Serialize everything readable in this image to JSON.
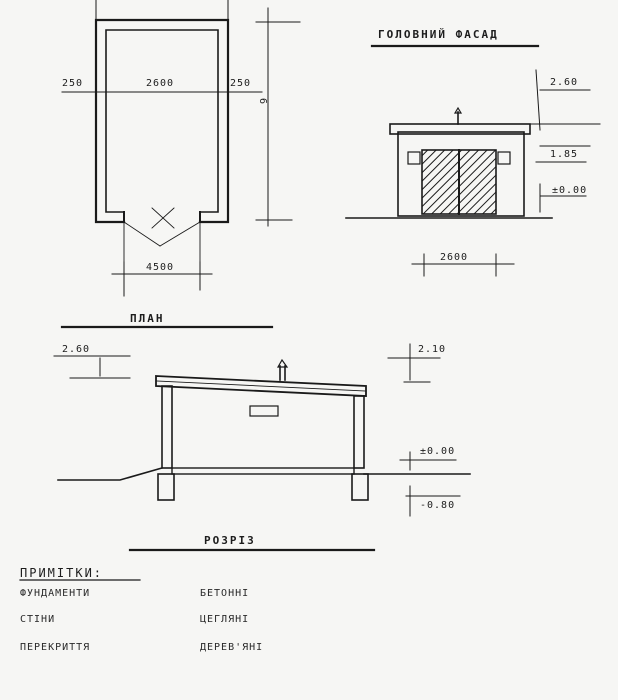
{
  "facade": {
    "title": "ГОЛОВНИЙ ФАСАД",
    "dim_top": "2.60",
    "dim_mid": "1.85",
    "dim_zero": "±0.00",
    "dim_width": "2600"
  },
  "plan": {
    "title": "ПЛАН",
    "dim_left": "250",
    "dim_middle": "2600",
    "dim_right": "250",
    "dim_length": "6",
    "dim_bottom": "4500"
  },
  "section": {
    "title": "РОЗРІЗ",
    "dim_left_top": "2.60",
    "dim_right_top": "2.10",
    "dim_zero": "±0.00",
    "dim_bottom": "-0.80"
  },
  "notes": {
    "heading": "ПРИМІТКИ:",
    "rows": [
      {
        "label": "ФУНДАМЕНТИ",
        "value": "БЕТОННІ"
      },
      {
        "label": "СТІНИ",
        "value": "ЦЕГЛЯНІ"
      },
      {
        "label": "ПЕРЕКРИТТЯ",
        "value": "ДЕРЕВ'ЯНІ"
      }
    ]
  }
}
